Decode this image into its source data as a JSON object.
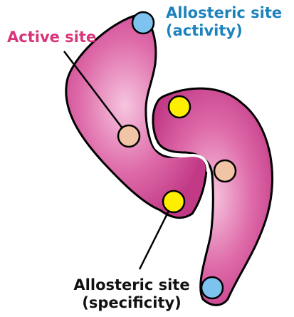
{
  "labels": {
    "active_site": "Active site",
    "allosteric_activity_line1": "Allosteric site",
    "allosteric_activity_line2": "(activity)",
    "allosteric_specificity_line1": "Allosteric site",
    "allosteric_specificity_line2": "(specificity)"
  },
  "colors": {
    "subunit_fill": "#cc3e8c",
    "subunit_highlight": "#f6c5df",
    "subunit_outline": "#000000",
    "active_site": "#f2c4a6",
    "allosteric_activity_site": "#7ec3f0",
    "allosteric_specificity_site": "#ffee00",
    "active_label": "#d8347a",
    "activity_label": "#1c82bc",
    "specificity_label": "#111111"
  }
}
